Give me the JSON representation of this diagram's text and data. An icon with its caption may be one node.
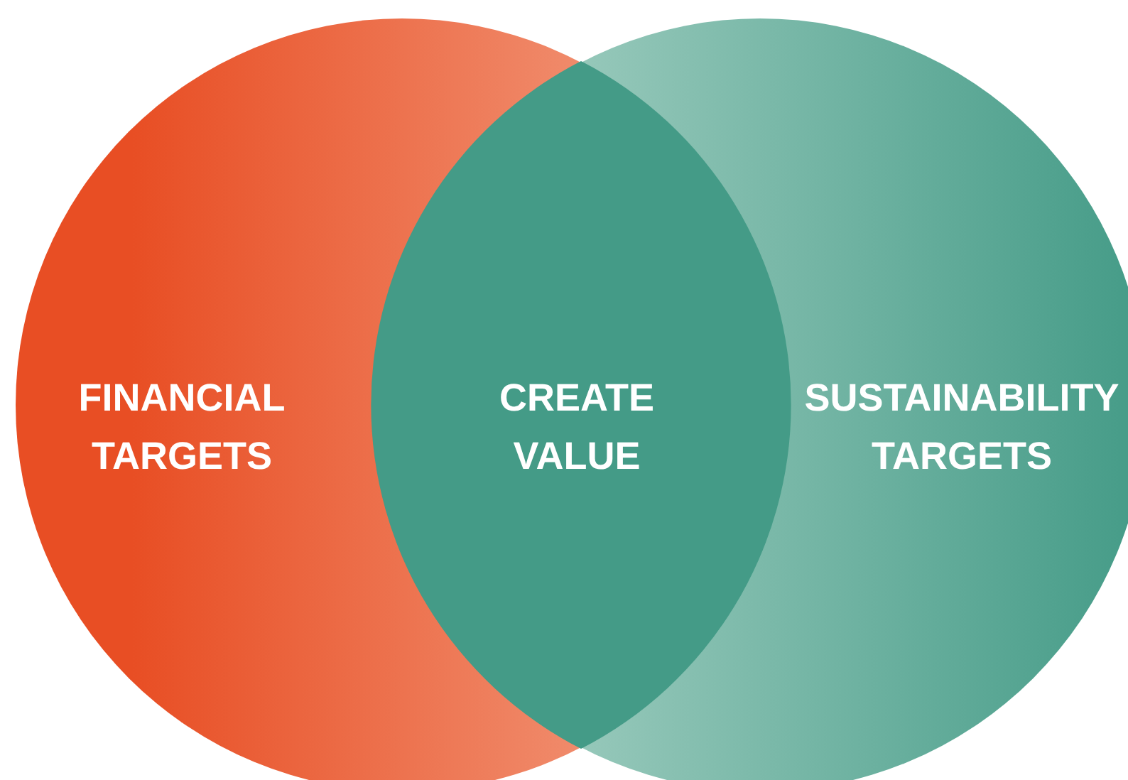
{
  "diagram": {
    "nodes": [
      {
        "text": [
          "FINANCIAL TARGETS"
        ]
      },
      {
        "text": [
          "SUSTAINABILITY TARGETS"
        ]
      },
      {
        "text": [
          "CREATE VALUE"
        ]
      }
    ]
  }
}
